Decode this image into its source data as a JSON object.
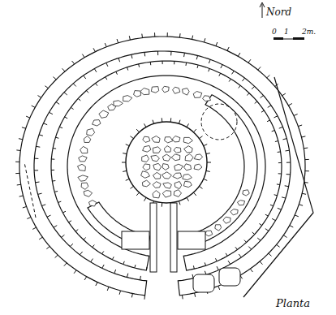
{
  "diagram": {
    "labels": [
      "Nord",
      "0",
      "1",
      "2m.",
      "Planta"
    ]
  }
}
